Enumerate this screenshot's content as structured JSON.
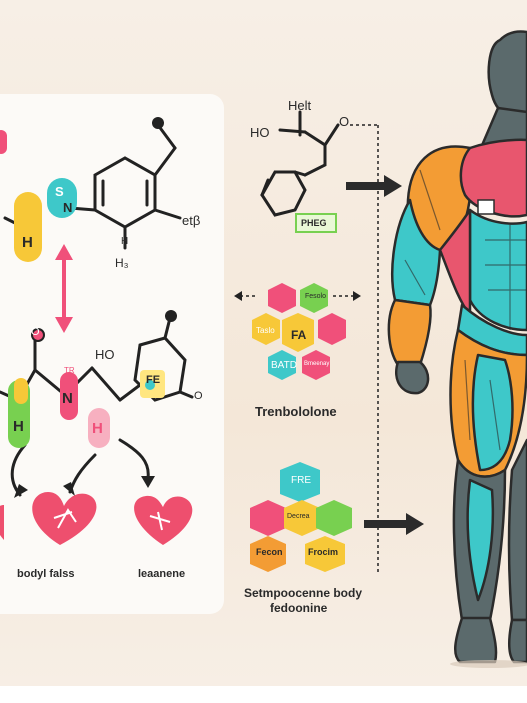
{
  "left_panel": {
    "top_molecule": {
      "atom_s": "S",
      "atom_n": "N",
      "atom_h": "H",
      "sub_h": "H",
      "sub_et": "etβ",
      "sub_h3": "H₃"
    },
    "bottom_molecule": {
      "atom_o": "O",
      "atom_ho": "HO",
      "atom_fe": "FE",
      "atom_o2": "O",
      "atom_n": "N",
      "atom_h_left": "H",
      "atom_h_right": "H",
      "atom_tr": "TR"
    },
    "outcomes": [
      {
        "label": "bodyl falss"
      },
      {
        "label": "leaanene"
      }
    ]
  },
  "middle": {
    "molecule": {
      "atom_helt": "Helt",
      "atom_ho": "HO",
      "atom_o": "O",
      "box": "PHEG"
    },
    "honeycomb1": {
      "cells": [
        "Fesolo",
        "Taslo",
        "FA",
        "BATD",
        "Bmeenay"
      ],
      "caption": "Trenbololone"
    },
    "honeycomb2": {
      "cells": [
        "FRE",
        "Fecon",
        "Frocim",
        "Decrea"
      ],
      "caption_line1": "Setmpoocenne body",
      "caption_line2": "fedoonine"
    }
  },
  "colors": {
    "teal": "#3ec8c9",
    "pink": "#f0507a",
    "yellow": "#f7c838",
    "green": "#78d050",
    "orange": "#f39c34",
    "heart": "#ee4f6e",
    "arrow": "#2b2b2b"
  }
}
